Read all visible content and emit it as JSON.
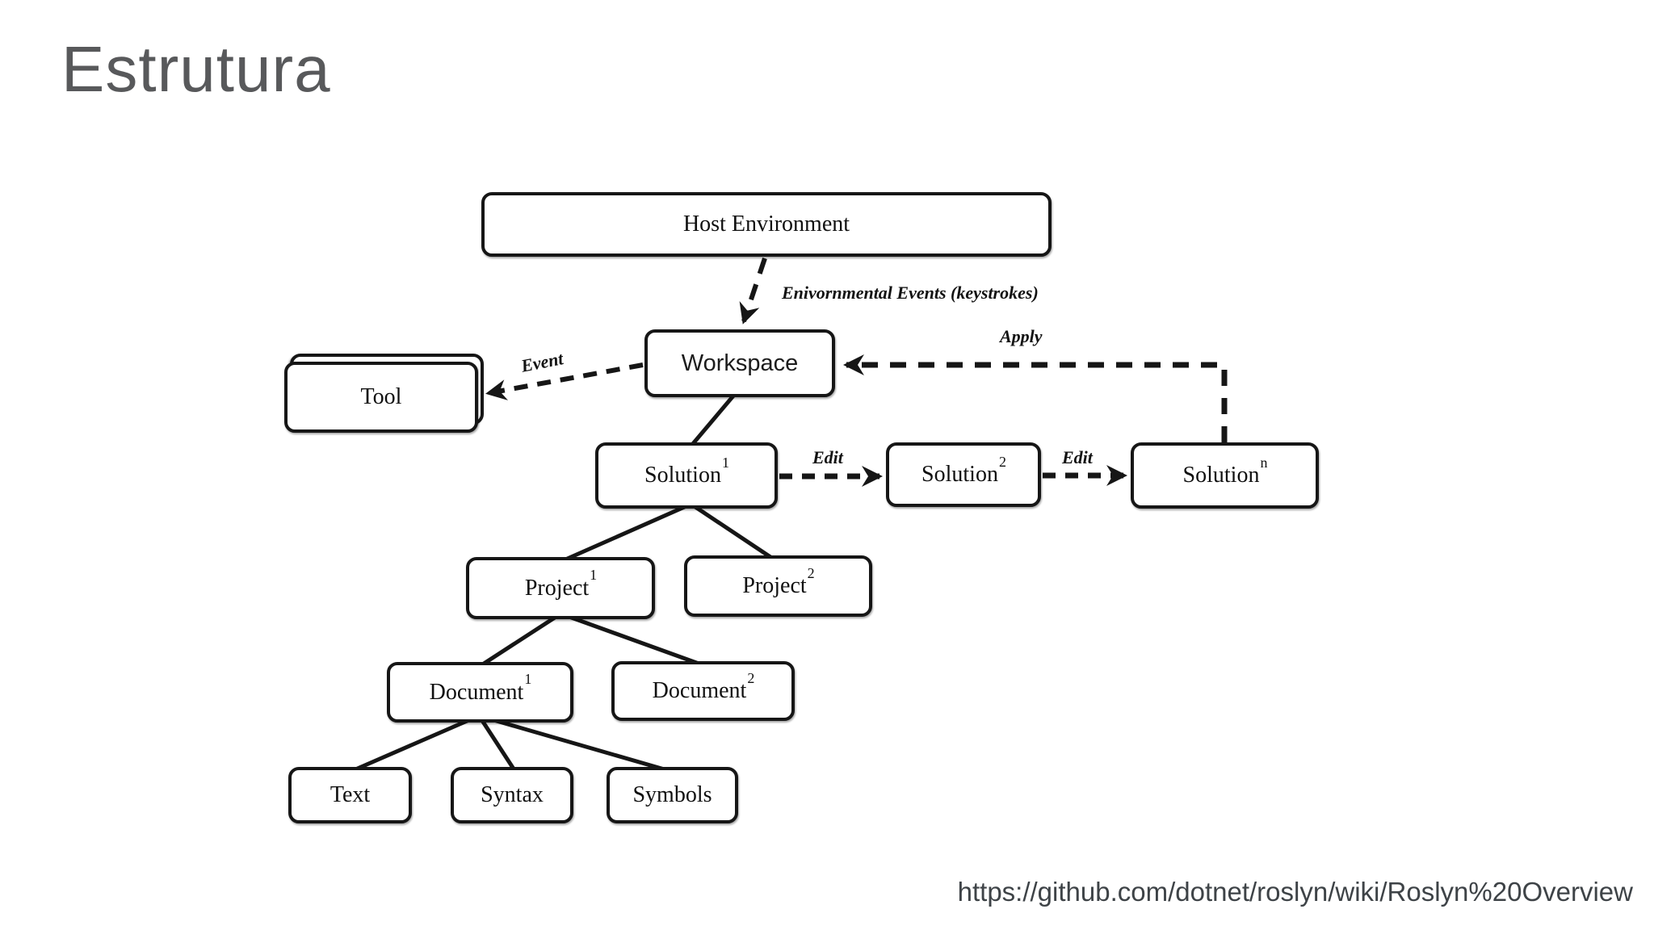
{
  "slide": {
    "title": "Estrutura",
    "source_url": "https://github.com/dotnet/roslyn/wiki/Roslyn%20Overview"
  },
  "diagram": {
    "nodes": {
      "host": {
        "label": "Host Environment"
      },
      "workspace": {
        "label": "Workspace"
      },
      "tool": {
        "label": "Tool"
      },
      "solution1": {
        "label": "Solution",
        "sup": "1"
      },
      "solution2": {
        "label": "Solution",
        "sup": "2"
      },
      "solutionN": {
        "label": "Solution",
        "sup": "n"
      },
      "project1": {
        "label": "Project",
        "sup": "1"
      },
      "project2": {
        "label": "Project",
        "sup": "2"
      },
      "document1": {
        "label": "Document",
        "sup": "1"
      },
      "document2": {
        "label": "Document",
        "sup": "2"
      },
      "text": {
        "label": "Text"
      },
      "syntax": {
        "label": "Syntax"
      },
      "symbols": {
        "label": "Symbols"
      }
    },
    "edge_labels": {
      "environmental_events": "Enivornmental Events (keystrokes)",
      "event": "Event",
      "apply": "Apply",
      "edit_1": "Edit",
      "edit_2": "Edit"
    },
    "colors": {
      "stroke": "#1a1a1a",
      "title_text": "#58595b",
      "url_text": "#3e4347"
    }
  }
}
